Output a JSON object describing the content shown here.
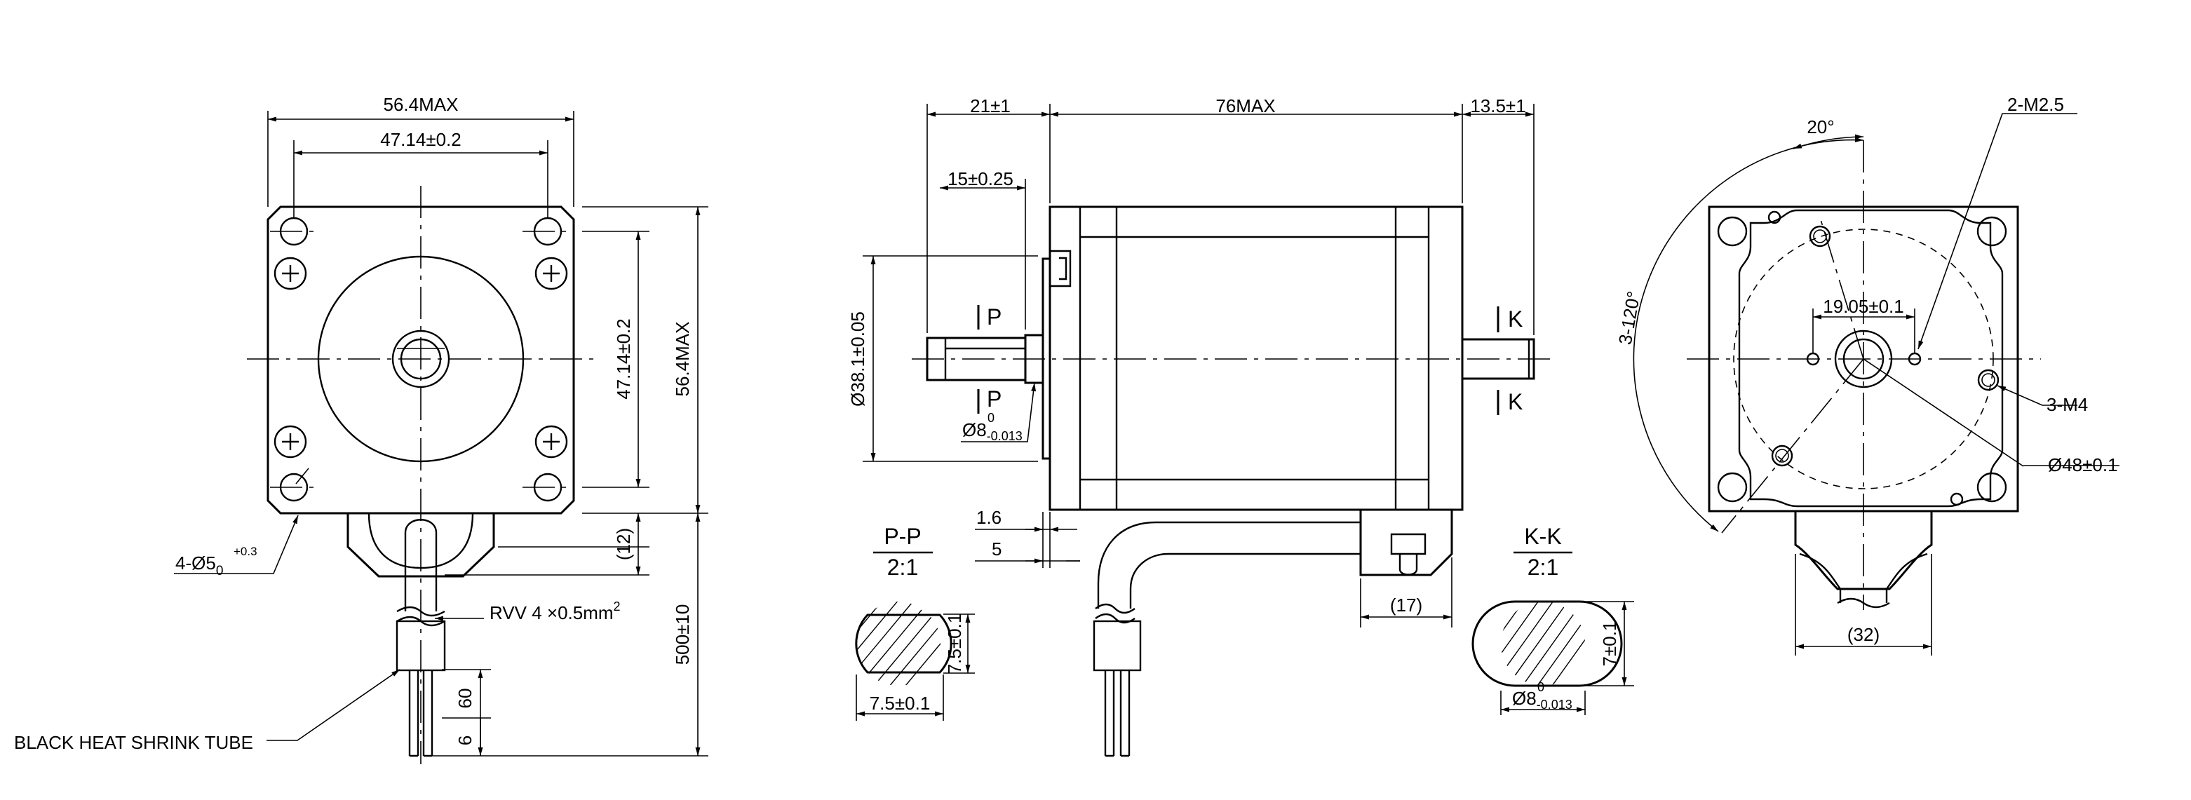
{
  "front_view": {
    "width_max": "56.4MAX",
    "hole_pitch_h": "47.14±0.2",
    "hole_pitch_v": "47.14±0.2",
    "height_max": "56.4MAX",
    "hole_callout_main": "4-Ø5",
    "hole_callout_sub": "0",
    "hole_callout_sup": "+0.3",
    "boss_dim": "(12)",
    "lead_length": "500±10",
    "cable_main": "RVV 4 ×0.5mm",
    "cable_sup": "2",
    "strip_60": "60",
    "strip_6": "6",
    "heat_shrink": "BLACK HEAT SHRINK TUBE"
  },
  "side_view": {
    "shaft_length": "21±1",
    "body_length": "76MAX",
    "rear_shaft": "13.5±1",
    "flat_length": "15±0.25",
    "pilot_dia": "Ø38.1±0.05",
    "section_p": "P",
    "shaft_dia_main": "Ø8",
    "shaft_dia_sub": "-0.013",
    "shaft_dia_sup": "0",
    "pilot_height": "1.6",
    "flange_thk": "5",
    "section_k": "K",
    "boss_width": "(17)"
  },
  "section_pp": {
    "title": "P-P",
    "scale": "2:1",
    "flat_a": "7.5±0.1",
    "flat_b": "7.5±0.1"
  },
  "section_kk": {
    "title": "K-K",
    "scale": "2:1",
    "flat": "7±0.1",
    "dia_main": "Ø8",
    "dia_sub": "-0.013",
    "dia_sup": "0"
  },
  "rear_view": {
    "angle": "20°",
    "screw_2": "2-M2.5",
    "pitch": "19.05±0.1",
    "angle_3": "3-120°",
    "screw_3": "3-M4",
    "bolt_circle": "Ø48±0.1",
    "boss_dim": "(32)"
  }
}
